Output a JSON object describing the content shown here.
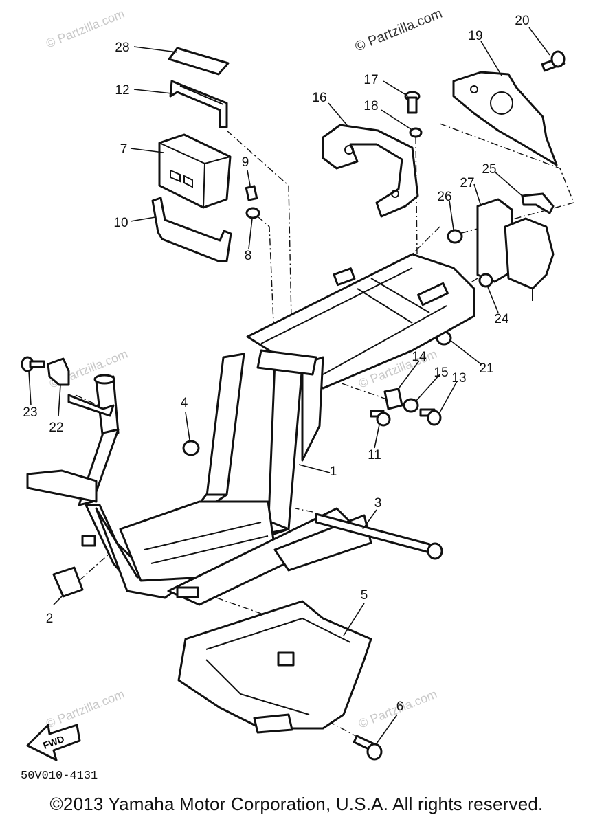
{
  "watermark": "© Partzilla.com",
  "drawing_code": "50V010-4131",
  "copyright": "©2013 Yamaha Motor Corporation, U.S.A. All rights reserved.",
  "fwd_label": "FWD",
  "callouts": [
    "1",
    "2",
    "3",
    "4",
    "5",
    "6",
    "7",
    "8",
    "9",
    "10",
    "11",
    "12",
    "13",
    "14",
    "15",
    "16",
    "17",
    "18",
    "19",
    "20",
    "21",
    "22",
    "23",
    "24",
    "25",
    "26",
    "27",
    "28"
  ]
}
